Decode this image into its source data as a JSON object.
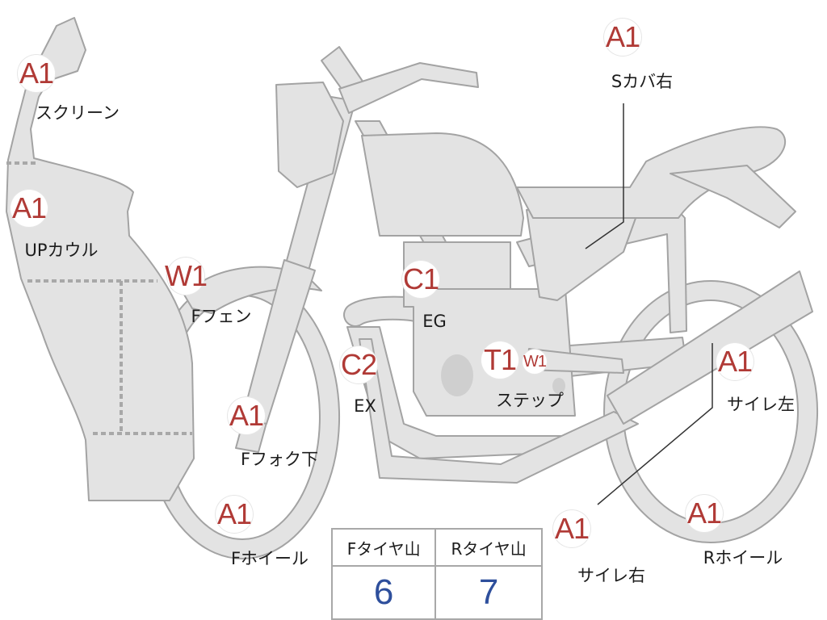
{
  "parts": [
    {
      "id": "screen",
      "grade": "A1",
      "label": "スクリーン"
    },
    {
      "id": "upper-cowl",
      "grade": "A1",
      "label": "UPカウル"
    },
    {
      "id": "front-fender",
      "grade": "W1",
      "label": "Fフェン"
    },
    {
      "id": "front-fork",
      "grade": "A1",
      "label": "Fフォク下"
    },
    {
      "id": "front-wheel",
      "grade": "A1",
      "label": "Fホイール"
    },
    {
      "id": "side-cover-right",
      "grade": "A1",
      "label": "Sカバ右"
    },
    {
      "id": "engine",
      "grade": "C1",
      "label": "EG"
    },
    {
      "id": "exhaust",
      "grade": "C2",
      "label": "EX"
    },
    {
      "id": "step",
      "grade": "T1",
      "grade2": "W1",
      "label": "ステップ"
    },
    {
      "id": "muffler-left",
      "grade": "A1",
      "label": "サイレ左"
    },
    {
      "id": "muffler-right",
      "grade": "A1",
      "label": "サイレ右"
    },
    {
      "id": "rear-wheel",
      "grade": "A1",
      "label": "Rホイール"
    }
  ],
  "tread": {
    "headers": [
      "Fタイヤ山",
      "Rタイヤ山"
    ],
    "values": [
      "6",
      "7"
    ]
  },
  "colors": {
    "body_fill": "#e3e3e3",
    "outline": "#a3a3a3",
    "grade_text": "#b03a36",
    "tread_value": "#2e4f9c"
  }
}
